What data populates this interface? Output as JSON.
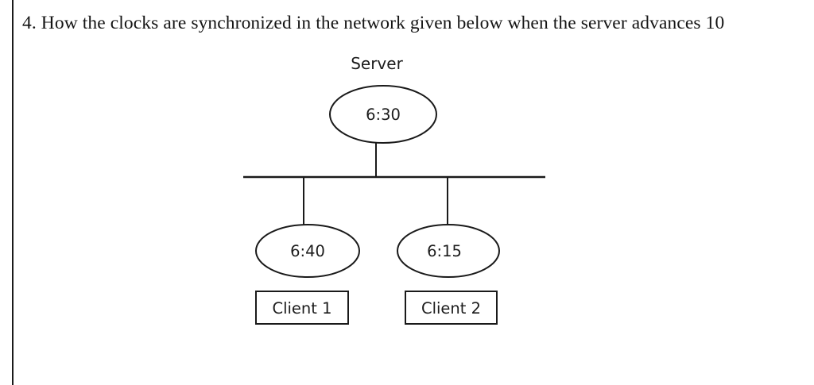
{
  "page": {
    "background_color": "#ffffff",
    "ink_color": "#1a1a1a",
    "margin_rule": "vertical-left-margin-line"
  },
  "question": {
    "number": "4.",
    "text": "4. How the clocks are synchronized in the network given below when the server advances 10"
  },
  "diagram": {
    "type": "network-bus-diagram",
    "caption": "Server",
    "server": {
      "label": "Server",
      "clock": "6:30",
      "shape": "ellipse"
    },
    "bus": {
      "name": "network-bus-line"
    },
    "clients": [
      {
        "clock": "6:40",
        "name": "Client 1",
        "shape": "ellipse"
      },
      {
        "clock": "6:15",
        "name": "Client 2",
        "shape": "ellipse"
      }
    ]
  }
}
